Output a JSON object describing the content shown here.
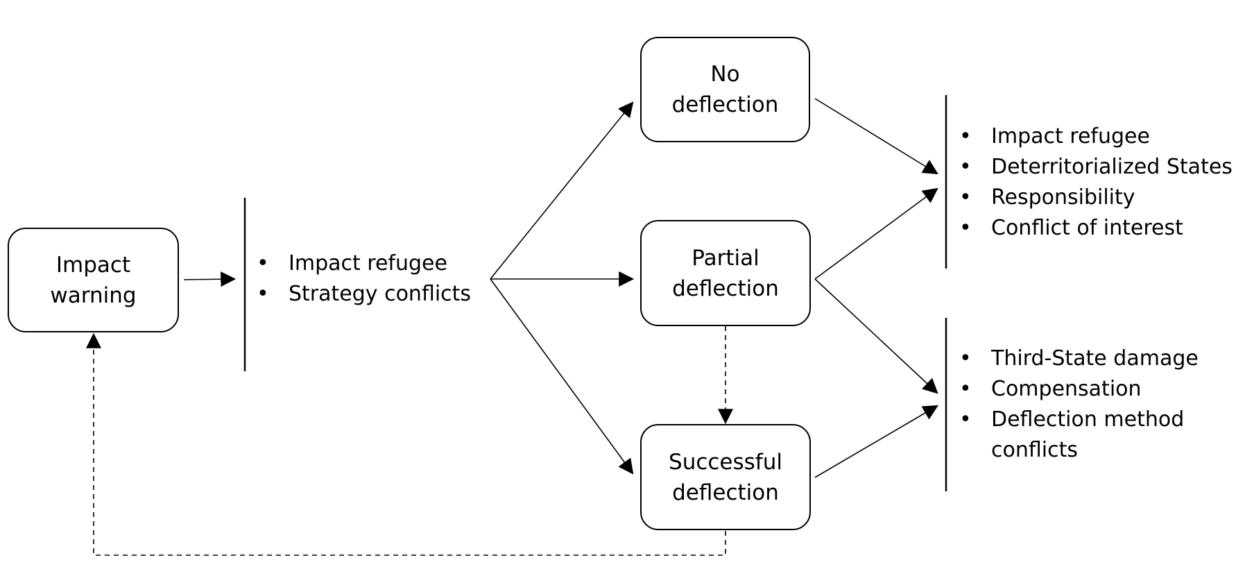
{
  "nodes": {
    "impact_warning": {
      "line1": "Impact",
      "line2": "warning"
    },
    "no_deflection": {
      "line1": "No",
      "line2": "deflection"
    },
    "partial_deflection": {
      "line1": "Partial",
      "line2": "deflection"
    },
    "successful_deflection": {
      "line1": "Successful",
      "line2": "deflection"
    }
  },
  "lists": {
    "initial_issues": [
      "Impact refugee",
      "Strategy conflicts"
    ],
    "failure_issues": [
      "Impact refugee",
      "Deterritorialized States",
      "Responsibility",
      "Conflict of interest"
    ],
    "success_issues": [
      "Third-State damage",
      "Compensation",
      "Deflection method conflicts"
    ]
  }
}
